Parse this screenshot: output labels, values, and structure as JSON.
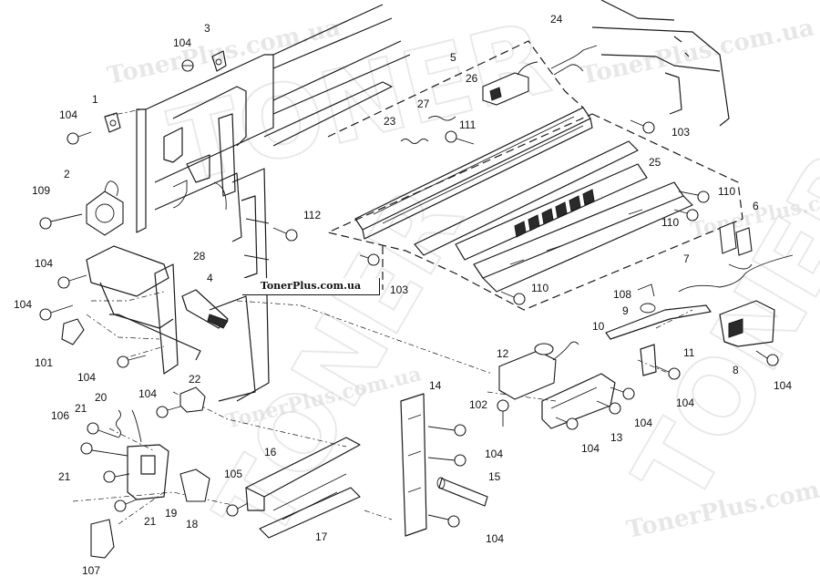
{
  "watermarks": {
    "brand": "TonerPlus.com.ua",
    "big": "TONER"
  },
  "site_label": "TonerPlus.com.ua",
  "callouts": {
    "c104a": "104",
    "c3": "3",
    "c24": "24",
    "c5": "5",
    "c26": "26",
    "c1": "1",
    "c104b": "104",
    "c27": "27",
    "c23": "23",
    "c111": "111",
    "c103a": "103",
    "c2": "2",
    "c25": "25",
    "c109": "109",
    "c110a": "110",
    "c6": "6",
    "c112": "112",
    "c110b": "110",
    "c28": "28",
    "c104c": "104",
    "c7": "7",
    "c4": "4",
    "c103b": "103",
    "c104d": "104",
    "c110c": "110",
    "c108": "108",
    "c9": "9",
    "c101": "101",
    "c10": "10",
    "c12": "12",
    "c11": "11",
    "c104e": "104",
    "c8": "8",
    "c104f": "104",
    "c22": "22",
    "c104g": "104",
    "c102": "102",
    "c104h": "104",
    "c104i": "104",
    "c20": "20",
    "c21a": "21",
    "c14": "14",
    "c13": "13",
    "c104j": "104",
    "c106": "106",
    "c16": "16",
    "c104k": "104",
    "c21b": "21",
    "c105": "105",
    "c15": "15",
    "c21c": "21",
    "c19": "19",
    "c18": "18",
    "c17": "17",
    "c104l": "104",
    "c107": "107"
  }
}
